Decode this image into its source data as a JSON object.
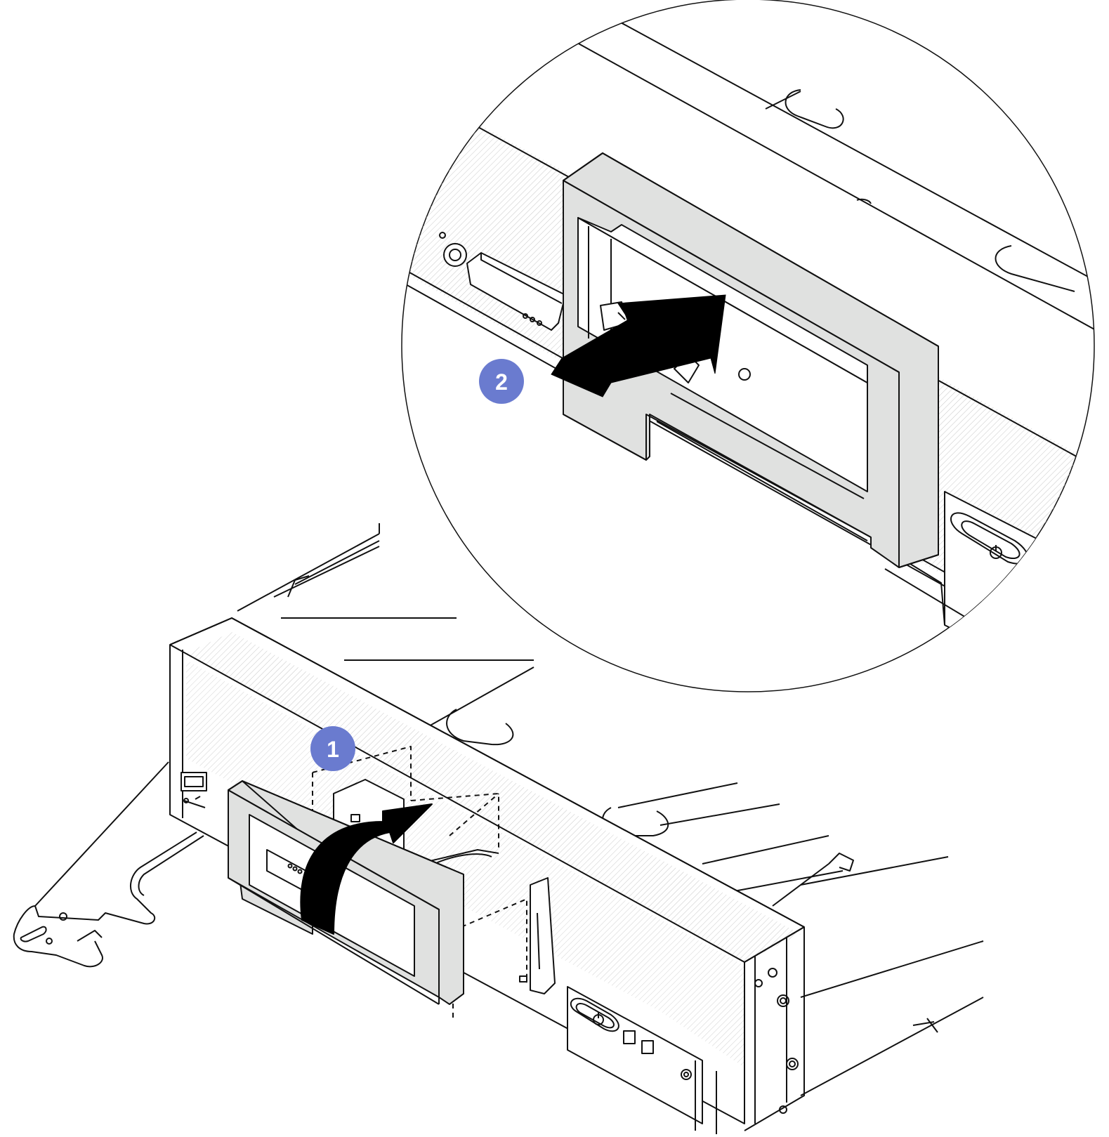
{
  "colors": {
    "line": "#111111",
    "panel_fill": "#e0e1e0",
    "hatch": "#c4c4c4",
    "callout": "#6a7bcf",
    "callout_text": "#ffffff",
    "arrow": "#000000"
  },
  "callouts": [
    {
      "id": "step-1",
      "label": "1"
    },
    {
      "id": "step-2",
      "label": "2"
    }
  ],
  "icons": {
    "usb": "usb-icon",
    "power": "power-button-icon",
    "curved_arrow": "rotate-arrow-icon",
    "straight_arrow": "push-arrow-icon"
  }
}
